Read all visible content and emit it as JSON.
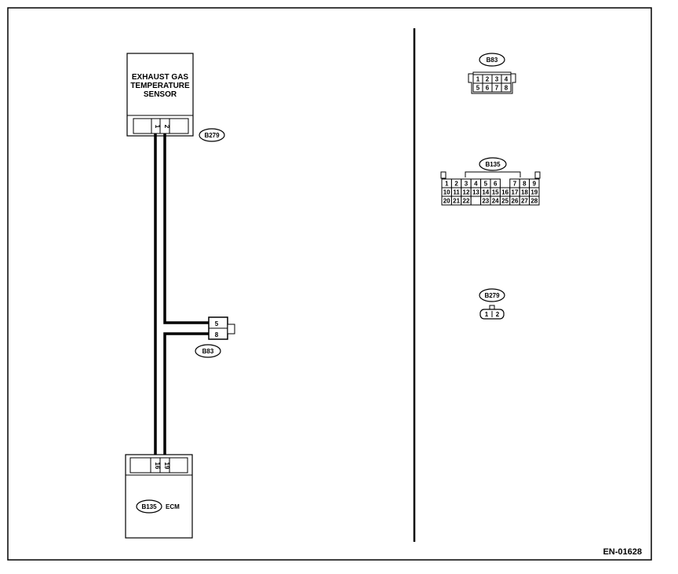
{
  "figure_code": "EN-01628",
  "sensor": {
    "label_lines": [
      "EXHAUST GAS",
      "TEMPERATURE",
      "SENSOR"
    ],
    "connector_id": "B279",
    "pins": [
      "1",
      "2"
    ]
  },
  "ecm": {
    "connector_id": "B135",
    "label": "ECM",
    "pins": [
      "16",
      "19"
    ]
  },
  "junction": {
    "connector_id": "B83",
    "pins": [
      "5",
      "8"
    ]
  },
  "legend": {
    "b83": {
      "id": "B83",
      "row1": [
        "1",
        "2",
        "3",
        "4"
      ],
      "row2": [
        "5",
        "6",
        "7",
        "8"
      ]
    },
    "b135": {
      "id": "B135",
      "row1": [
        "1",
        "2",
        "3",
        "4",
        "5",
        "6",
        "",
        "7",
        "8",
        "9"
      ],
      "row2": [
        "10",
        "11",
        "12",
        "13",
        "14",
        "15",
        "16",
        "17",
        "18",
        "19"
      ],
      "row3": [
        "20",
        "21",
        "22",
        "",
        "23",
        "24",
        "25",
        "26",
        "27",
        "28"
      ]
    },
    "b279": {
      "id": "B279",
      "pins": [
        "1",
        "2"
      ]
    }
  }
}
